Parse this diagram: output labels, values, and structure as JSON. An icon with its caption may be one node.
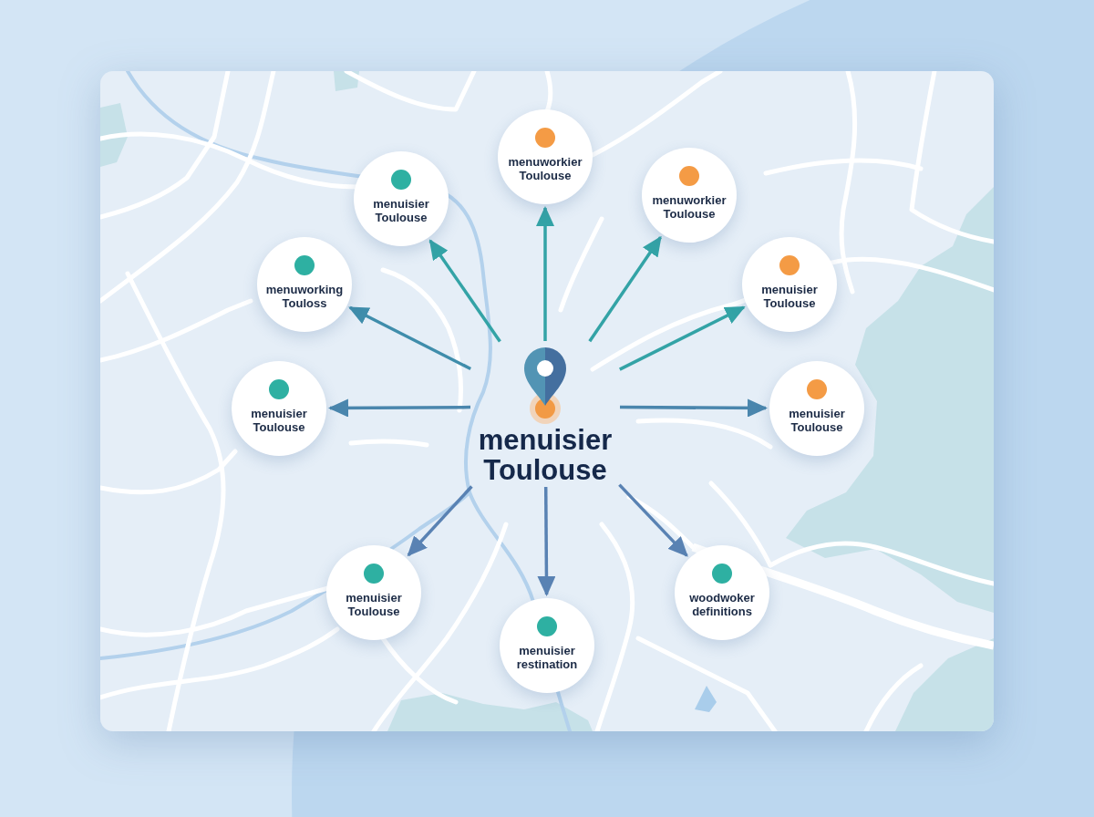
{
  "diagram": {
    "nodes": [
      {
        "text": [
          "menuisier Toulouse"
        ]
      },
      {
        "text": [
          "menuworkier Toulouse"
        ]
      },
      {
        "text": [
          "menuworkier Toulouse"
        ]
      },
      {
        "text": [
          "menuworking Touloss"
        ]
      },
      {
        "text": [
          "menuisier Toulouse"
        ]
      },
      {
        "text": [
          "menuisier Toulouse"
        ]
      },
      {
        "text": [
          "menuisier Toulouse"
        ]
      },
      {
        "text": [
          "menuisier Toulouse"
        ]
      },
      {
        "text": [
          "menuisier Toulouse"
        ]
      },
      {
        "text": [
          "menuisier restination"
        ]
      },
      {
        "text": [
          "woodwoker definitions"
        ]
      }
    ],
    "edges": [
      {
        "from": 7,
        "to": 0,
        "arrow": "to"
      },
      {
        "from": 7,
        "to": 1,
        "arrow": "to"
      },
      {
        "from": 7,
        "to": 2,
        "arrow": "to"
      },
      {
        "from": 7,
        "to": 3,
        "arrow": "to",
        "color": "#3f8dab"
      },
      {
        "from": 7,
        "to": 4,
        "arrow": "to"
      },
      {
        "from": 7,
        "to": 5,
        "arrow": "to",
        "color": "#4a86ad"
      },
      {
        "from": 7,
        "to": 6,
        "arrow": "to",
        "color": "#4a86ad"
      },
      {
        "from": 7,
        "to": 8,
        "arrow": "to",
        "color": "#5982b3"
      },
      {
        "from": 7,
        "to": 9,
        "arrow": "to",
        "color": "#5982b3"
      },
      {
        "from": 7,
        "to": 10,
        "arrow": "to",
        "color": "#5982b3"
      }
    ]
  }
}
